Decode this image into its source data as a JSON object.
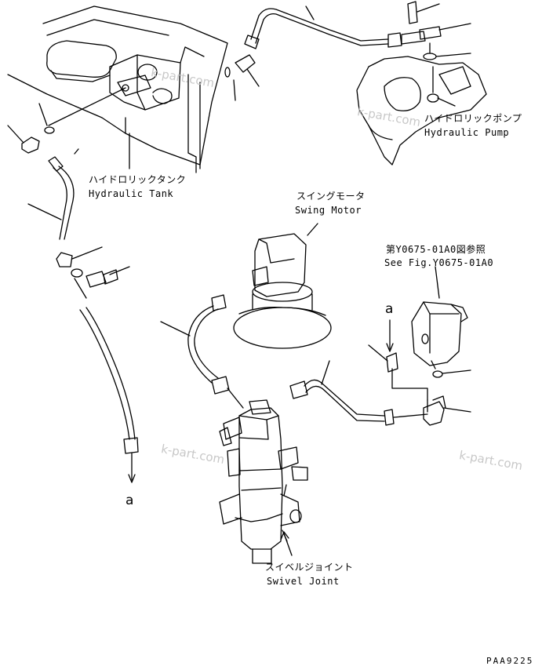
{
  "labels": {
    "hydraulic_pump_jp": "ハイドロリックポンプ",
    "hydraulic_pump_en": "Hydraulic Pump",
    "hydraulic_tank_jp": "ハイドロリックタンク",
    "hydraulic_tank_en": "Hydraulic Tank",
    "swing_motor_jp": "スイングモータ",
    "swing_motor_en": "Swing Motor",
    "see_fig_jp": "第Y0675-01A0図参照",
    "see_fig_en": "See Fig.Y0675-01A0",
    "swivel_joint_jp": "スイベルジョイント",
    "swivel_joint_en": "Swivel Joint",
    "ref_a_left": "a",
    "ref_a_right": "a"
  },
  "watermarks": [
    "k-part.com",
    "k-part.com",
    "k-part.com",
    "k-part.com"
  ],
  "drawing_code": "PAA9225",
  "colors": {
    "line": "#000000",
    "watermark": "#c8c8c8",
    "background": "#ffffff"
  }
}
